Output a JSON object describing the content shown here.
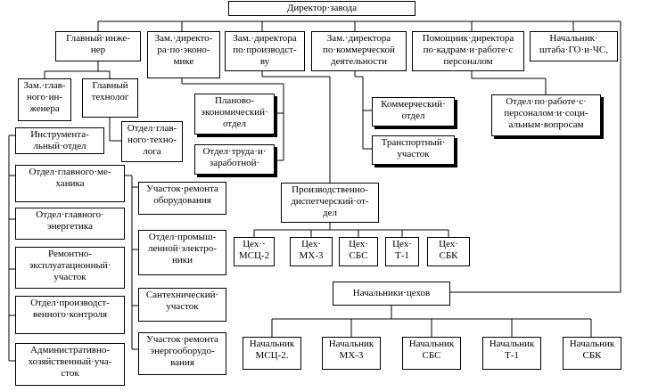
{
  "nodes": {
    "director": "Директор·завода",
    "chief_engineer": "Главный·инже-\nнер",
    "deputy_economics": "Зам.·директо-\nра·по·эконо-\nмике",
    "deputy_production": "Зам.·директора\nпо·производст-\nву",
    "deputy_commercial": "Зам.·директора\nпо·коммерческой\nдеятельности",
    "assistant_personnel": "Помощник·директора\nпо·кадрам·и·работе·с\nперсоналом",
    "civil_defense_chief": "Начальник·\nштаба·ГО·и·ЧС,",
    "deputy_chief_engineer": "Зам.·глав-\nного·ин-\nженера",
    "chief_technologist": "Главный\nтехнолог",
    "tool_dept": "Инструмента-\nльный·отдел",
    "chief_technologist_dept": "Отдел·глав-\nного·техно-\nлога",
    "chief_mechanic_dept": "Отдел·главного·ме-\nханика",
    "equipment_repair": "Участок·ремонта\nоборудования",
    "chief_power_dept": "Отдел·главного·\nэнергетика",
    "industrial_electronics_dept": "Отдел·промыш-\nленной·электро-\nники",
    "repair_operation": "Ремонтно-\nэксплуатационный·\nучасток",
    "plumbing": "Сантехнический·\nучасток",
    "quality_control": "Отдел·производст-\nвенного·контроля",
    "power_equipment_repair": "Участок·ремонта\nэнергооборудо-\nвания",
    "admin_section": "Административно-\nхозяйственный·уча-\nсток",
    "planning_economic": "Планово-\nэкономический·\nотдел",
    "labor_wages": "Отдел·труда·и·\nзаработной·",
    "commercial_dept": "Коммерческий·\nотдел",
    "transport_section": "Транспортный·\nучасток",
    "personnel_social": "Отдел·по·работе·с·\nперсоналом·и·соци-\nальным·вопросам",
    "production_dispatch": "Производственно-\nдиспетчерский·от-\nдел",
    "shop_msc2": "Цех··\nМСЦ-2",
    "shop_mx3": "Цех·\nМХ-3",
    "shop_sbs": "Цех·\nСБС",
    "shop_t1": "Цех·\nТ-1",
    "shop_sbk": "Цех·\nСБК",
    "shop_chiefs": "Начальники·цехов",
    "chief_msc2": "Начальник\nМСЦ-2.",
    "chief_mx3": "Начальник\nМХ-3",
    "chief_sbs": "Начальник\nСБС",
    "chief_t1": "Начальник\nТ-1",
    "chief_sbk": "Начальник\nСБК"
  }
}
